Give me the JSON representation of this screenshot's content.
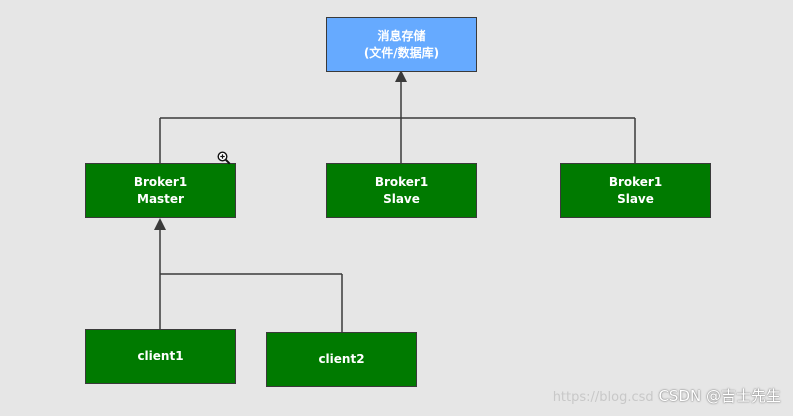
{
  "diagram": {
    "storage": {
      "line1": "消息存储",
      "line2": "(文件/数据库)"
    },
    "broker_master": {
      "line1": "Broker1",
      "line2": "Master"
    },
    "broker_slave_1": {
      "line1": "Broker1",
      "line2": "Slave"
    },
    "broker_slave_2": {
      "line1": "Broker1",
      "line2": "Slave"
    },
    "client1": {
      "label": "client1"
    },
    "client2": {
      "label": "client2"
    }
  },
  "watermark": {
    "site": "https://blog.csd",
    "brand": "CSDN @吉士先生"
  },
  "colors": {
    "storage": "#66aaff",
    "node": "#007a00",
    "line": "#3a3a3a",
    "background": "#e6e6e6"
  },
  "icons": {
    "cursor": "zoom-in-icon"
  }
}
